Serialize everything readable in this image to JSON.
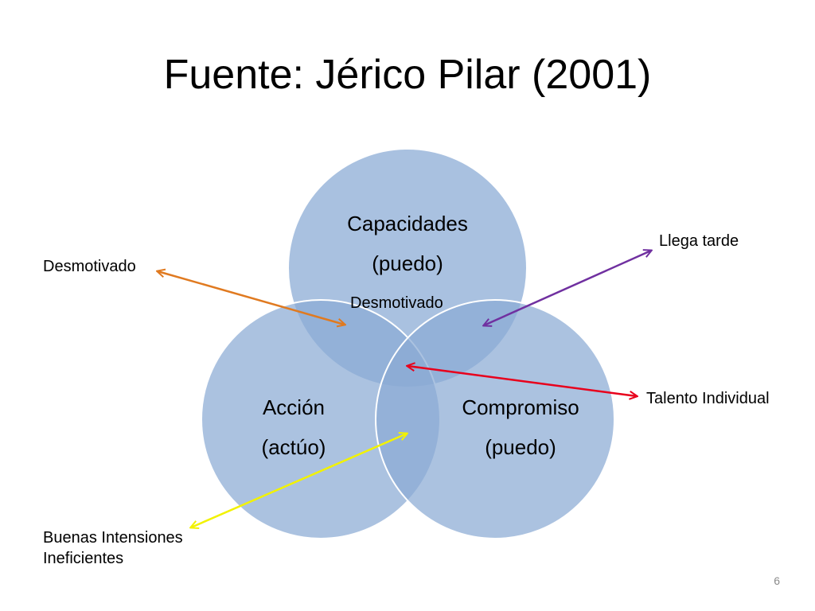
{
  "slide": {
    "title": "Fuente: Jérico Pilar (2001)",
    "page_number": "6"
  },
  "circles": {
    "top": {
      "line1": "Capacidades",
      "line2": "(puedo)"
    },
    "left": {
      "line1": "Acción",
      "line2": "(actúo)"
    },
    "right": {
      "line1": "Compromiso",
      "line2": "(puedo)"
    }
  },
  "annotations": {
    "inner_top": "Desmotivado",
    "desmotivado_left": "Desmotivado",
    "llega_tarde": "Llega tarde",
    "talento_individual": "Talento Individual",
    "buenas_line1": "Buenas Intensiones",
    "buenas_line2": "Ineficientes"
  },
  "colors": {
    "circle_fill": "#a9c0de",
    "circle_stroke": "#ffffff",
    "arrow_orange": "#e07a20",
    "arrow_purple": "#7030a0",
    "arrow_red": "#e8001c",
    "arrow_yellow": "#f2f200",
    "page_number": "#8a8a8a"
  }
}
